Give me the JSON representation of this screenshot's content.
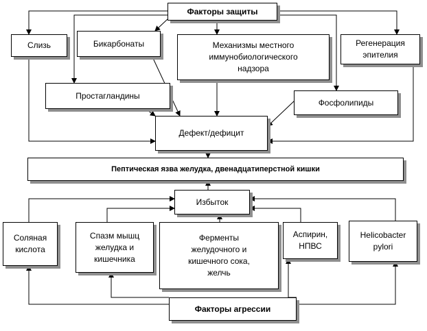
{
  "nodes": {
    "defense_factors": "Факторы защиты",
    "mucus": "Слизь",
    "bicarbonates": "Бикарбонаты",
    "immune": "Механизмы местного\nиммунобиологического\nнадзора",
    "regeneration": "Регенерация\nэпителия",
    "prostaglandins": "Простагландины",
    "phospholipids": "Фосфолипиды",
    "deficit": "Дефект/дефицит",
    "ulcer": "Пептическая язва  желудка, двенадцатиперстной кишки",
    "excess": "Избыток",
    "hcl": "Соляная\nкислота",
    "spasm": "Спазм мышц\nжелудка и\nкишечника",
    "enzymes": "Ферменты\nжелудочного и\nкишечного сока,\nжелчь",
    "aspirin": "Аспирин,\nНПВС",
    "helicobacter": "Helicobacter\npylori",
    "aggression_factors": "Факторы агрессии"
  }
}
